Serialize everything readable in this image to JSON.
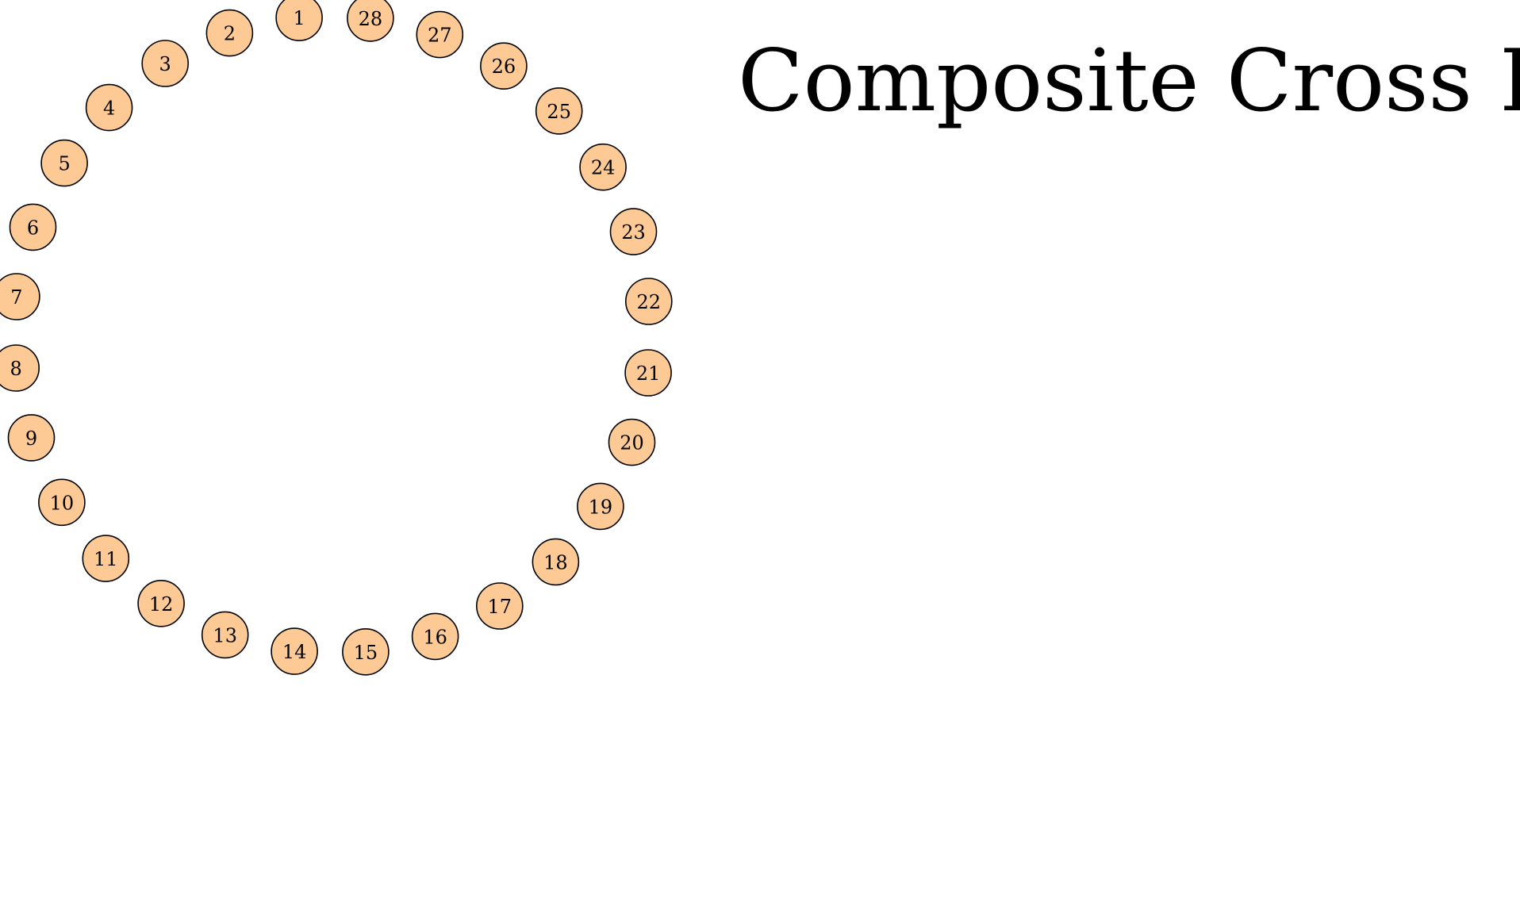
{
  "title": "Composite Cross II",
  "colors": {
    "node_fill": "#fdca96",
    "node_stroke": "#000000",
    "text": "#000000",
    "background": "#ffffff"
  },
  "nodes": [
    "1",
    "2",
    "3",
    "4",
    "5",
    "6",
    "7",
    "8",
    "9",
    "10",
    "11",
    "12",
    "13",
    "14",
    "15",
    "16",
    "17",
    "18",
    "19",
    "20",
    "21",
    "22",
    "23",
    "24",
    "25",
    "26",
    "27",
    "28"
  ]
}
